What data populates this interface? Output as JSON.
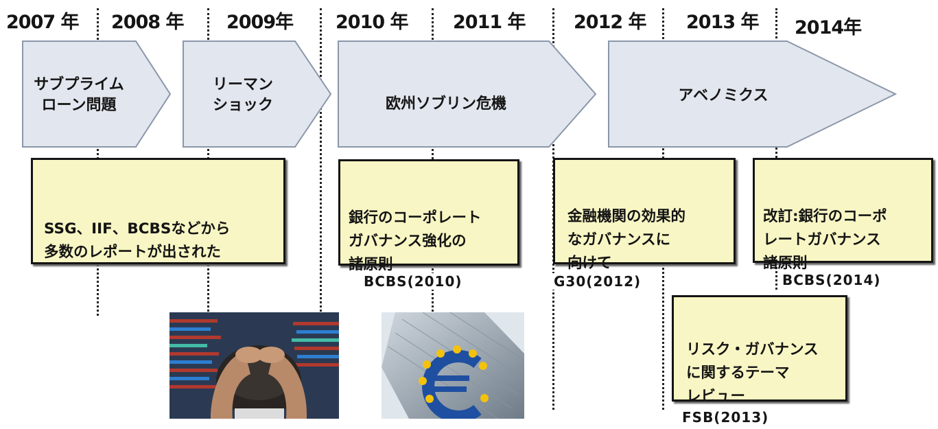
{
  "years": [
    "2007 年",
    "2008 年",
    "2009年",
    "2010 年",
    "2011 年",
    "2012 年",
    "2013 年",
    "2014年"
  ],
  "arrows": [
    {
      "label": "サブプライム\nローン問題"
    },
    {
      "label": "リーマン\nショック"
    },
    {
      "label": "欧州ソブリン危機"
    },
    {
      "label": "アベノミクス"
    }
  ],
  "boxes": [
    {
      "text": "SSG、IIF、BCBSなどから\n多数のレポートが出された"
    },
    {
      "text": "銀行のコーポレート\nガバナンス強化の\n諸原則",
      "source": "BCBS(2010)"
    },
    {
      "text": "金融機関の効果的\nなガバナンスに\n向けて",
      "source": "G30(2012)"
    },
    {
      "text": "改訂:銀行のコーポ\nレートガバナンス\n諸原則",
      "source": "BCBS(2014)"
    },
    {
      "text": "リスク・ガバナンス\nに関するテーマ\nレビュー",
      "source": "FSB(2013)"
    }
  ],
  "images": [
    {
      "icon": "stressed-trader-photo"
    },
    {
      "icon": "euro-sign-sculpture-photo"
    }
  ],
  "colors": {
    "arrow_fill": "#e2e6ee",
    "arrow_stroke": "#8a97a9",
    "box_fill": "#f8f6c4"
  }
}
